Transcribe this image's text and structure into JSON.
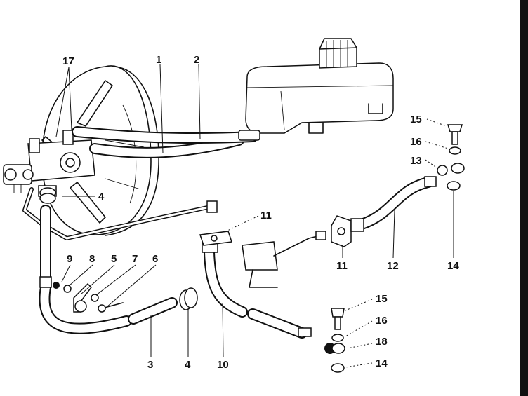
{
  "labels": {
    "l1": "1",
    "l2": "2",
    "l3": "3",
    "l4a": "4",
    "l4b": "4",
    "l5": "5",
    "l6": "6",
    "l7": "7",
    "l8": "8",
    "l9": "9",
    "l10": "10",
    "l11a": "11",
    "l11b": "11",
    "l12": "12",
    "l13": "13",
    "l14a": "14",
    "l14b": "14",
    "l15a": "15",
    "l15b": "15",
    "l16a": "16",
    "l16b": "16",
    "l17": "17",
    "l18": "18"
  }
}
